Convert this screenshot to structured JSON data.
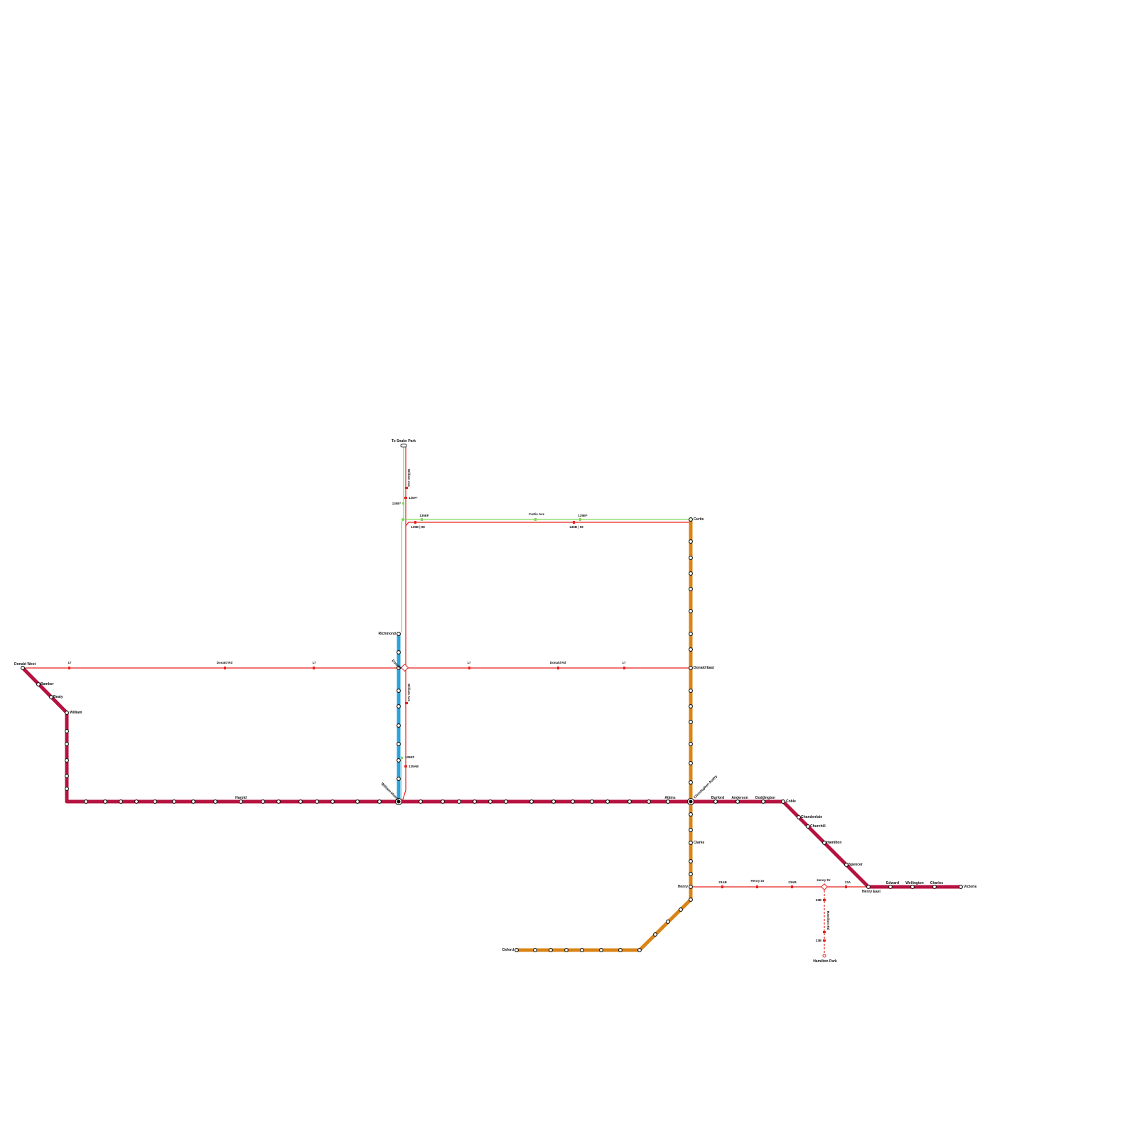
{
  "colors": {
    "crimson_line": "#b5123f",
    "orange_line": "#d98416",
    "blue_line": "#2ba3dc",
    "bus_red": "#e8201e",
    "bus_green": "#7ed957",
    "station_fill": "#ffffff",
    "station_stroke": "#111111"
  },
  "terminus": {
    "to_snake_park": "To Snake Park"
  },
  "stations": {
    "donald_west": "Donald West",
    "bamber": "Bamber",
    "beaty": "Beaty",
    "william": "William",
    "harold": "Harold",
    "richmond": "Richmond",
    "donald": "Donald",
    "william_henry": "William-Henry",
    "atkins": "Atkins",
    "christopher_audry": "Christopher-Audry",
    "burford": "Burford",
    "anderson": "Anderson",
    "doddington": "Doddington",
    "coble": "Coble",
    "chamberlain": "Chamberlain",
    "churchill": "Churchill",
    "hamilton": "Hamilton",
    "spencer": "Spencer",
    "henry_east": "Henry East",
    "edward": "Edward",
    "wellington": "Wellington",
    "charles": "Charles",
    "victoria": "Victoria",
    "curtis": "Curtis",
    "donald_east": "Donald East",
    "clarke": "Clarke",
    "henry": "Henry",
    "oxford": "Oxford",
    "hamilton_park": "Hamilton Park"
  },
  "bus_labels": {
    "r17_a": "17",
    "donald_rd_w": "Donald Rd",
    "r17_b": "17",
    "r17_c": "17",
    "donald_rd_e": "Donald Rd",
    "r17_d": "17",
    "william_ave_n": "William Ave",
    "r135a": "135A*",
    "r135e": "135E*",
    "r135ef_a": "135EF",
    "r135b_98_a": "135B | 98",
    "curtis_ave": "Curtis Ave",
    "r135ef_b": "135EF",
    "r135b_98_b": "135B | 98",
    "william_ave_s": "William Ave",
    "r135ef_c": "135EF",
    "r135ab": "135AB",
    "r23ab_a": "23AB",
    "henry_dr_a": "Henry Dr",
    "r23ab_b": "23AB",
    "henry_dr_b": "Henry Dr",
    "r23a": "23A",
    "r23b_a": "23B",
    "hamilton_rd": "Hamilton Rd",
    "r23b_b": "23B"
  }
}
